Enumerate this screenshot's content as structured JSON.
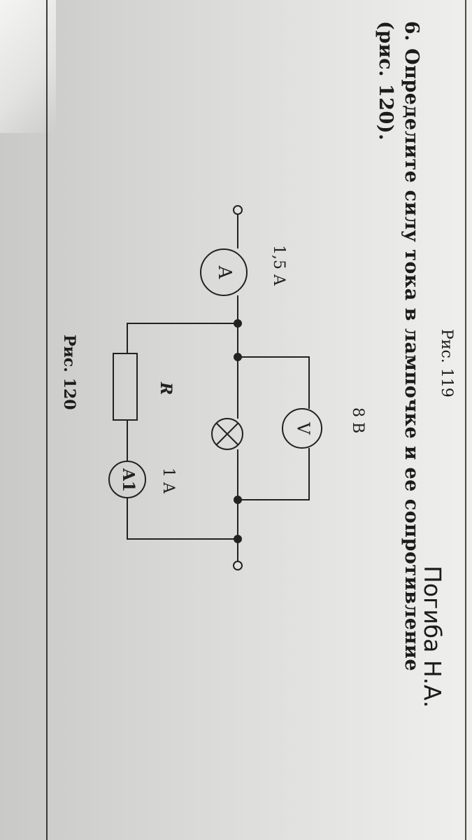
{
  "caption_top": "Рис. 119",
  "task": {
    "number": "6.",
    "line1": "Определите силу тока в лампочке и ее сопротивление",
    "line2": "(рис. 120)."
  },
  "circuit": {
    "ammeter_symbol": "A",
    "ammeter_reading": "1,5 A",
    "voltmeter_symbol": "V",
    "voltmeter_reading": "8 В",
    "resistor_label": "R",
    "ammeter2_symbol": "A1",
    "ammeter2_reading": "1 A"
  },
  "caption_bottom": "Рис. 120",
  "author": "Погиба Н.А."
}
